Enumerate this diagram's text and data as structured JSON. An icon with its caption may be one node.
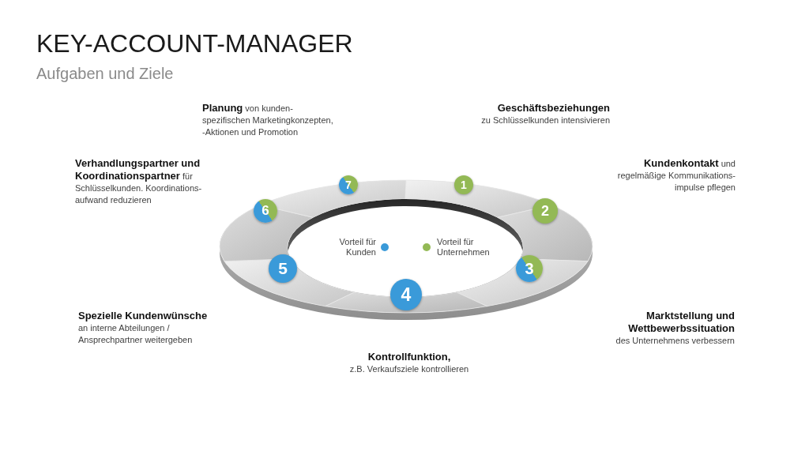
{
  "diagram": {
    "title": "KEY-ACCOUNT-MANAGER",
    "nodes": [
      {
        "text": [
          "1"
        ]
      },
      {
        "text": [
          "2"
        ]
      },
      {
        "text": [
          "3"
        ]
      },
      {
        "text": [
          "4"
        ]
      },
      {
        "text": [
          "5"
        ]
      },
      {
        "text": [
          "6"
        ]
      },
      {
        "text": [
          "7"
        ]
      }
    ],
    "labels": [
      "Aufgaben und Ziele",
      "**Planung** von kunden- spezifischen Marketingkonzepten, -Aktionen und Promotion",
      "Geschäftsbeziehungen",
      "zu Schlüsselkunden intensivieren",
      "**Verhandlungspartner und Koordinationspartner** für Schlüsselkunden. Koordinations- aufwand reduzieren",
      "**Kundenkontakt** und regelmäßige Kommunikations- impulse pflegen",
      "Spezielle Kundenwünsche",
      "an interne Abteilungen / Ansprechpartner weitergeben",
      "Marktstellung und Wettbewerbssituation",
      "des Unternehmens verbessern",
      "Kontrollfunktion,",
      "z.B. Verkaufsziele kontrollieren"
    ],
    "legend": [
      {
        "text": "Vorteil für Kunden",
        "color": "#3a9ad9"
      },
      {
        "text": "Vorteil für Unternehmen",
        "color": "#93b955"
      }
    ]
  }
}
